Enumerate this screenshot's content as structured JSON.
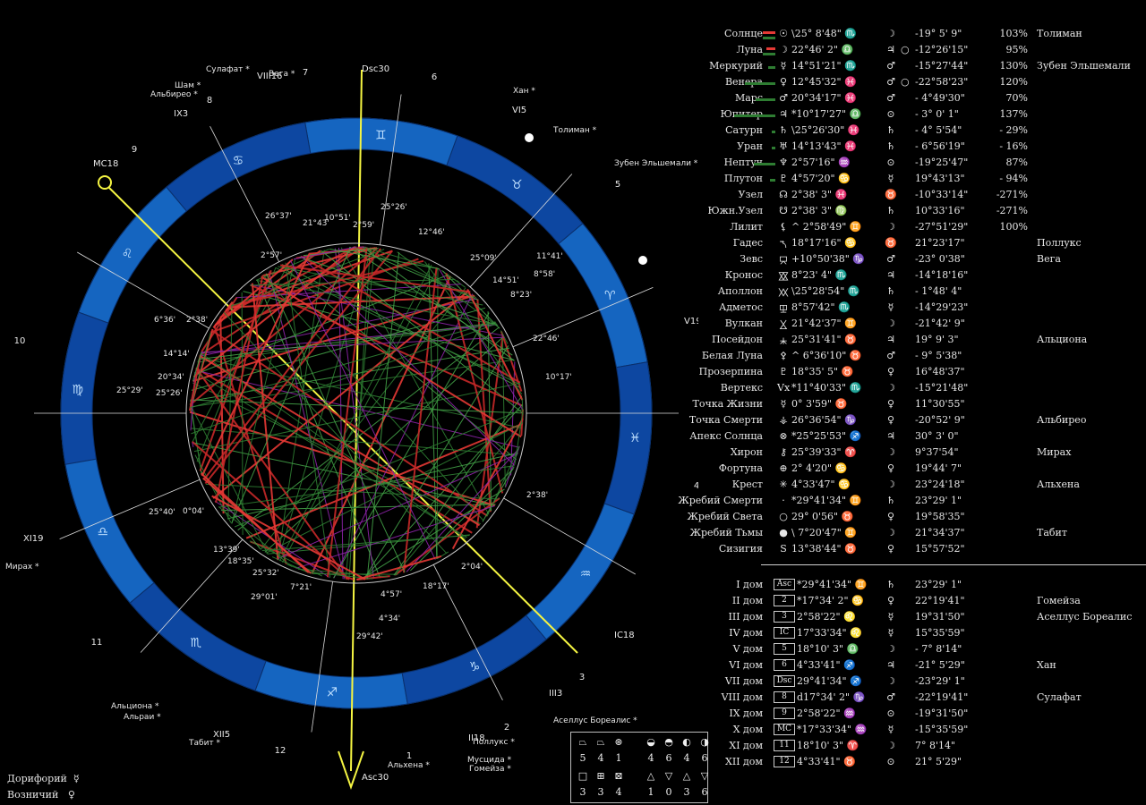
{
  "chart": {
    "angle_labels": {
      "dsc": "Dsc30",
      "asc": "Asc30",
      "mc": "MC18",
      "ic": "IC18",
      "v": "V19",
      "xi": "XI19",
      "ix": "IX3",
      "iii": "III3",
      "viii": "VIII16",
      "ii": "II18",
      "vi": "VI5",
      "xii": "XII5"
    },
    "house_numbers": [
      "1",
      "2",
      "3",
      "4",
      "5",
      "6",
      "7",
      "8",
      "9",
      "10",
      "11",
      "12"
    ],
    "zodiac_glyphs": [
      "♈",
      "♉",
      "♊",
      "♋",
      "♌",
      "♍",
      "♎",
      "♏",
      "♐",
      "♑",
      "♒",
      "♓"
    ],
    "star_labels": [
      "Сулафат",
      "Вега",
      "Шам",
      "Альбирео",
      "Хан",
      "Толиман",
      "Зубен Эльшемали",
      "Мирах",
      "Альциона",
      "Альраи",
      "Табит",
      "Альхена",
      "Поллукс",
      "Мусцида",
      "Гомейза",
      "Аселлус Бореалис"
    ],
    "planet_labels": [
      "26°37'",
      "21°43'",
      "10°51'",
      "2°59'",
      "25°26'",
      "12°46'",
      "25°09'",
      "11°41'",
      "8°58'",
      "14°51'",
      "8°23'",
      "22°46'",
      "10°17'",
      "2°38'",
      "2°04'",
      "18°17'",
      "4°57'",
      "4°34'",
      "29°42'",
      "7°21'",
      "29°01'",
      "25°32'",
      "18°35'",
      "13°39'",
      "25°40'",
      "0°04'",
      "25°29'",
      "25°26'",
      "20°34'",
      "14°14'",
      "6°36'",
      "2°38'",
      "2°57'"
    ]
  },
  "table": {
    "rows": [
      {
        "name": "Солнце",
        "sym": "☉",
        "pos": "\\25° 8'48\"",
        "sign": "♏",
        "ruler": "☽",
        "asp": "",
        "decl": "-19° 5' 9\"",
        "pct": "103%",
        "star": "Толиман",
        "bar": [
          {
            "c": "#e53935",
            "w": 14,
            "y": -3
          },
          {
            "c": "#2e7d32",
            "w": 14,
            "y": 3
          }
        ]
      },
      {
        "name": "Луна",
        "sym": "☽",
        "pos": "22°46' 2\"",
        "sign": "♎",
        "ruler": "♃",
        "asp": "○",
        "decl": "-12°26'15\"",
        "pct": "95%",
        "star": "",
        "bar": [
          {
            "c": "#e53935",
            "w": 10,
            "y": -3
          },
          {
            "c": "#2e7d32",
            "w": 14,
            "y": 3
          }
        ]
      },
      {
        "name": "Меркурий",
        "sym": "☿",
        "pos": "14°51'21\"",
        "sign": "♏",
        "ruler": "♂",
        "asp": "",
        "decl": "-15°27'44\"",
        "pct": "130%",
        "star": "Зубен Эльшемали",
        "bar": [
          {
            "c": "#2e7d32",
            "w": 8,
            "y": 0
          }
        ]
      },
      {
        "name": "Венера",
        "sym": "♀",
        "pos": "12°45'32\"",
        "sign": "♓",
        "ruler": "♂",
        "asp": "○",
        "decl": "-22°58'23\"",
        "pct": "120%",
        "star": "",
        "bar": [
          {
            "c": "#2e7d32",
            "w": 34,
            "y": 0
          }
        ]
      },
      {
        "name": "Марс",
        "sym": "♂",
        "pos": "20°34'17\"",
        "sign": "♓",
        "ruler": "♂",
        "asp": "",
        "decl": "- 4°49'30\"",
        "pct": "70%",
        "star": "",
        "bar": [
          {
            "c": "#2e7d32",
            "w": 22,
            "y": 0
          }
        ]
      },
      {
        "name": "Юпитер",
        "sym": "♃",
        "pos": "*10°17'27\"",
        "sign": "♎",
        "ruler": "⊙",
        "asp": "",
        "decl": "- 3° 0' 1\"",
        "pct": "137%",
        "star": "",
        "bar": [
          {
            "c": "#2e7d32",
            "w": 46,
            "y": 0
          }
        ]
      },
      {
        "name": "Сатурн",
        "sym": "♄",
        "pos": "\\25°26'30\"",
        "sign": "♓",
        "ruler": "♄",
        "asp": "",
        "decl": "- 4° 5'54\"",
        "pct": "- 29%",
        "star": "",
        "bar": [
          {
            "c": "#2e7d32",
            "w": 4,
            "y": 0
          }
        ]
      },
      {
        "name": "Уран",
        "sym": "♅",
        "pos": "14°13'43\"",
        "sign": "♓",
        "ruler": "♄",
        "asp": "",
        "decl": "- 6°56'19\"",
        "pct": "- 16%",
        "star": "",
        "bar": [
          {
            "c": "#2e7d32",
            "w": 4,
            "y": 0
          }
        ]
      },
      {
        "name": "Нептун",
        "sym": "♆",
        "pos": "2°57'16\"",
        "sign": "♒",
        "ruler": "⊙",
        "asp": "",
        "decl": "-19°25'47\"",
        "pct": "87%",
        "star": "",
        "bar": [
          {
            "c": "#2e7d32",
            "w": 24,
            "y": 0
          }
        ]
      },
      {
        "name": "Плутон",
        "sym": "♇",
        "pos": "4°57'20\"",
        "sign": "♋",
        "ruler": "☿",
        "asp": "",
        "decl": "19°43'13\"",
        "pct": "- 94%",
        "star": "",
        "bar": [
          {
            "c": "#2e7d32",
            "w": 6,
            "y": 0
          }
        ]
      },
      {
        "name": "Узел",
        "sym": "☊",
        "pos": "2°38' 3\"",
        "sign": "♓",
        "ruler": "♉",
        "asp": "",
        "decl": "-10°33'14\"",
        "pct": "-271%",
        "star": "",
        "bar": []
      },
      {
        "name": "Южн.Узел",
        "sym": "☋",
        "pos": "2°38' 3\"",
        "sign": "♍",
        "ruler": "♄",
        "asp": "",
        "decl": "10°33'16\"",
        "pct": "-271%",
        "star": "",
        "bar": []
      },
      {
        "name": "Лилит",
        "sym": "⚸",
        "pos": "^ 2°58'49\"",
        "sign": "♊",
        "ruler": "☽",
        "asp": "",
        "decl": "-27°51'29\"",
        "pct": "100%",
        "star": "",
        "bar": []
      },
      {
        "name": "Гадес",
        "sym": "⯲",
        "pos": "18°17'16\"",
        "sign": "♋",
        "ruler": "♉",
        "asp": "",
        "decl": "21°23'17\"",
        "pct": "",
        "star": "Поллукс",
        "bar": []
      },
      {
        "name": "Зевс",
        "sym": "⯳",
        "pos": "+10°50'38\"",
        "sign": "♑",
        "ruler": "♂",
        "asp": "",
        "decl": "-23° 0'38\"",
        "pct": "",
        "star": "Вега",
        "bar": []
      },
      {
        "name": "Кронос",
        "sym": "⯴",
        "pos": "8°23' 4\"",
        "sign": "♏",
        "ruler": "♃",
        "asp": "",
        "decl": "-14°18'16\"",
        "pct": "",
        "star": "",
        "bar": []
      },
      {
        "name": "Аполлон",
        "sym": "⯵",
        "pos": "\\25°28'54\"",
        "sign": "♏",
        "ruler": "♄",
        "asp": "",
        "decl": "- 1°48' 4\"",
        "pct": "",
        "star": "",
        "bar": []
      },
      {
        "name": "Адметос",
        "sym": "⯶",
        "pos": "8°57'42\"",
        "sign": "♏",
        "ruler": "☿",
        "asp": "",
        "decl": "-14°29'23\"",
        "pct": "",
        "star": "",
        "bar": []
      },
      {
        "name": "Вулкан",
        "sym": "⯷",
        "pos": "21°42'37\"",
        "sign": "♊",
        "ruler": "☽",
        "asp": "",
        "decl": "-21°42' 9\"",
        "pct": "",
        "star": "",
        "bar": []
      },
      {
        "name": "Посейдон",
        "sym": "⯸",
        "pos": "25°31'41\"",
        "sign": "♉",
        "ruler": "♃",
        "asp": "",
        "decl": "19° 9' 3\"",
        "pct": "",
        "star": "Альциона",
        "bar": []
      },
      {
        "name": "Белая Луна",
        "sym": "⚴",
        "pos": "^ 6°36'10\"",
        "sign": "♉",
        "ruler": "♂",
        "asp": "",
        "decl": "- 9° 5'38\"",
        "pct": "",
        "star": "",
        "bar": []
      },
      {
        "name": "Прозерпина",
        "sym": "♇",
        "pos": "18°35' 5\"",
        "sign": "♉",
        "ruler": "♀",
        "asp": "",
        "decl": "16°48'37\"",
        "pct": "",
        "star": "",
        "bar": []
      },
      {
        "name": "Вертекс",
        "sym": "Vx",
        "pos": "*11°40'33\"",
        "sign": "♏",
        "ruler": "☽",
        "asp": "",
        "decl": "-15°21'48\"",
        "pct": "",
        "star": "",
        "bar": []
      },
      {
        "name": "Точка Жизни",
        "sym": "☿",
        "pos": "0° 3'59\"",
        "sign": "♉",
        "ruler": "♀",
        "asp": "",
        "decl": "11°30'55\"",
        "pct": "",
        "star": "",
        "bar": []
      },
      {
        "name": "Точка Смерти",
        "sym": "⚶",
        "pos": "26°36'54\"",
        "sign": "♑",
        "ruler": "♀",
        "asp": "",
        "decl": "-20°52' 9\"",
        "pct": "",
        "star": "Альбирео",
        "bar": []
      },
      {
        "name": "Апекс Солнца",
        "sym": "⊗",
        "pos": "*25°25'53\"",
        "sign": "♐",
        "ruler": "♃",
        "asp": "",
        "decl": "30° 3' 0\"",
        "pct": "",
        "star": "",
        "bar": []
      },
      {
        "name": "Хирон",
        "sym": "⚷",
        "pos": "25°39'33\"",
        "sign": "♈",
        "ruler": "☽",
        "asp": "",
        "decl": "9°37'54\"",
        "pct": "",
        "star": "Мирах",
        "bar": []
      },
      {
        "name": "Фортуна",
        "sym": "⊕",
        "pos": "2° 4'20\"",
        "sign": "♋",
        "ruler": "♀",
        "asp": "",
        "decl": "19°44' 7\"",
        "pct": "",
        "star": "",
        "bar": []
      },
      {
        "name": "Крест",
        "sym": "✳",
        "pos": "4°33'47\"",
        "sign": "♋",
        "ruler": "☽",
        "asp": "",
        "decl": "23°24'18\"",
        "pct": "",
        "star": "Альхена",
        "bar": []
      },
      {
        "name": "Жребий Смерти",
        "sym": "·",
        "pos": "*29°41'34\"",
        "sign": "♊",
        "ruler": "♄",
        "asp": "",
        "decl": "23°29' 1\"",
        "pct": "",
        "star": "",
        "bar": []
      },
      {
        "name": "Жребий Света",
        "sym": "○",
        "pos": "29° 0'56\"",
        "sign": "♉",
        "ruler": "♀",
        "asp": "",
        "decl": "19°58'35\"",
        "pct": "",
        "star": "",
        "bar": []
      },
      {
        "name": "Жребий Тьмы",
        "sym": "●",
        "pos": "\\ 7°20'47\"",
        "sign": "♊",
        "ruler": "☽",
        "asp": "",
        "decl": "21°34'37\"",
        "pct": "",
        "star": "Табит",
        "bar": []
      },
      {
        "name": "Сизигия",
        "sym": "S",
        "pos": "13°38'44\"",
        "sign": "♉",
        "ruler": "♀",
        "asp": "",
        "decl": "15°57'52\"",
        "pct": "",
        "star": "",
        "bar": []
      }
    ],
    "houses": [
      {
        "name": "I дом",
        "sym": "Asc",
        "pos": "*29°41'34\"",
        "sign": "♊",
        "ruler": "♄",
        "decl": "23°29' 1\"",
        "star": ""
      },
      {
        "name": "II дом",
        "sym": "2",
        "pos": "*17°34' 2\"",
        "sign": "♋",
        "ruler": "♀",
        "decl": "22°19'41\"",
        "star": "Гомейза"
      },
      {
        "name": "III дом",
        "sym": "3",
        "pos": "2°58'22\"",
        "sign": "♌",
        "ruler": "☿",
        "decl": "19°31'50\"",
        "star": "Аселлус Бореалис"
      },
      {
        "name": "IV дом",
        "sym": "IC",
        "pos": "17°33'34\"",
        "sign": "♌",
        "ruler": "☿",
        "decl": "15°35'59\"",
        "star": ""
      },
      {
        "name": "V дом",
        "sym": "5",
        "pos": "18°10' 3\"",
        "sign": "♎",
        "ruler": "☽",
        "decl": "- 7° 8'14\"",
        "star": ""
      },
      {
        "name": "VI дом",
        "sym": "6",
        "pos": "4°33'41\"",
        "sign": "♐",
        "ruler": "♃",
        "decl": "-21° 5'29\"",
        "star": "Хан"
      },
      {
        "name": "VII дом",
        "sym": "Dsc",
        "pos": "29°41'34\"",
        "sign": "♐",
        "ruler": "☽",
        "decl": "-23°29' 1\"",
        "star": ""
      },
      {
        "name": "VIII дом",
        "sym": "8",
        "pos": "d17°34' 2\"",
        "sign": "♑",
        "ruler": "♂",
        "decl": "-22°19'41\"",
        "star": "Сулафат"
      },
      {
        "name": "IX дом",
        "sym": "9",
        "pos": "2°58'22\"",
        "sign": "♒",
        "ruler": "⊙",
        "decl": "-19°31'50\"",
        "star": ""
      },
      {
        "name": "X дом",
        "sym": "MC",
        "pos": "*17°33'34\"",
        "sign": "♒",
        "ruler": "☿",
        "decl": "-15°35'59\"",
        "star": ""
      },
      {
        "name": "XI дом",
        "sym": "11",
        "pos": "18°10' 3\"",
        "sign": "♈",
        "ruler": "☽",
        "decl": "7° 8'14\"",
        "star": ""
      },
      {
        "name": "XII дом",
        "sym": "12",
        "pos": "4°33'41\"",
        "sign": "♉",
        "ruler": "⊙",
        "decl": "21° 5'29\"",
        "star": ""
      }
    ]
  },
  "legend": {
    "row1_sym": [
      "⏢",
      "⏢",
      "⊛",
      "◒",
      "◓",
      "◐",
      "◑"
    ],
    "row1_num": [
      "5",
      "4",
      "1",
      "4",
      "6",
      "4",
      "6"
    ],
    "row2_sym": [
      "□",
      "⊞",
      "⊠",
      "△",
      "▽",
      "△",
      "▽"
    ],
    "row2_num": [
      "3",
      "3",
      "4",
      "1",
      "0",
      "3",
      "6"
    ]
  },
  "bottom": {
    "line1": "Дорифорий",
    "line1_sym": "☿",
    "line2": "Возничий",
    "line2_sym": "♀"
  }
}
